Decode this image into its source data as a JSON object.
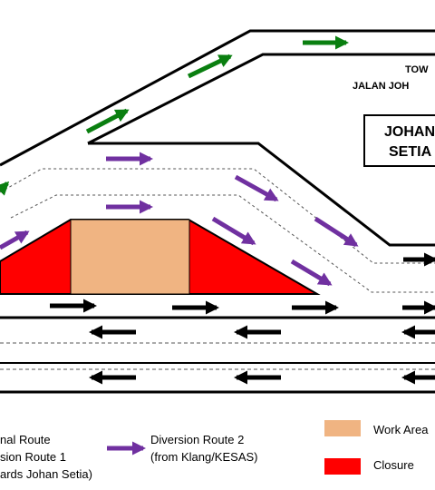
{
  "destination_sign": {
    "line1": "TOW",
    "line2": "JALAN JOH"
  },
  "johan_box": {
    "line1": "JOHAN",
    "line2": "SETIA"
  },
  "legend": {
    "items": [
      {
        "key": "original-route",
        "line1": "nal Route",
        "line2": ""
      },
      {
        "key": "diversion-route-1",
        "line1": "sion Route 1",
        "line2": "ards Johan Setia)"
      },
      {
        "key": "diversion-route-2",
        "line1": "Diversion Route 2",
        "line2": "(from Klang/KESAS)"
      },
      {
        "key": "work-area",
        "line1": "Work Area",
        "line2": ""
      },
      {
        "key": "closure",
        "line1": "Closure",
        "line2": ""
      }
    ]
  },
  "colors": {
    "diversion_1": "#0a7f10",
    "diversion_2": "#7030a0",
    "original": "#000000",
    "work_area": "#f0b482",
    "closure": "#ff0000"
  },
  "icons": {
    "arrow": "arrow-icon"
  }
}
